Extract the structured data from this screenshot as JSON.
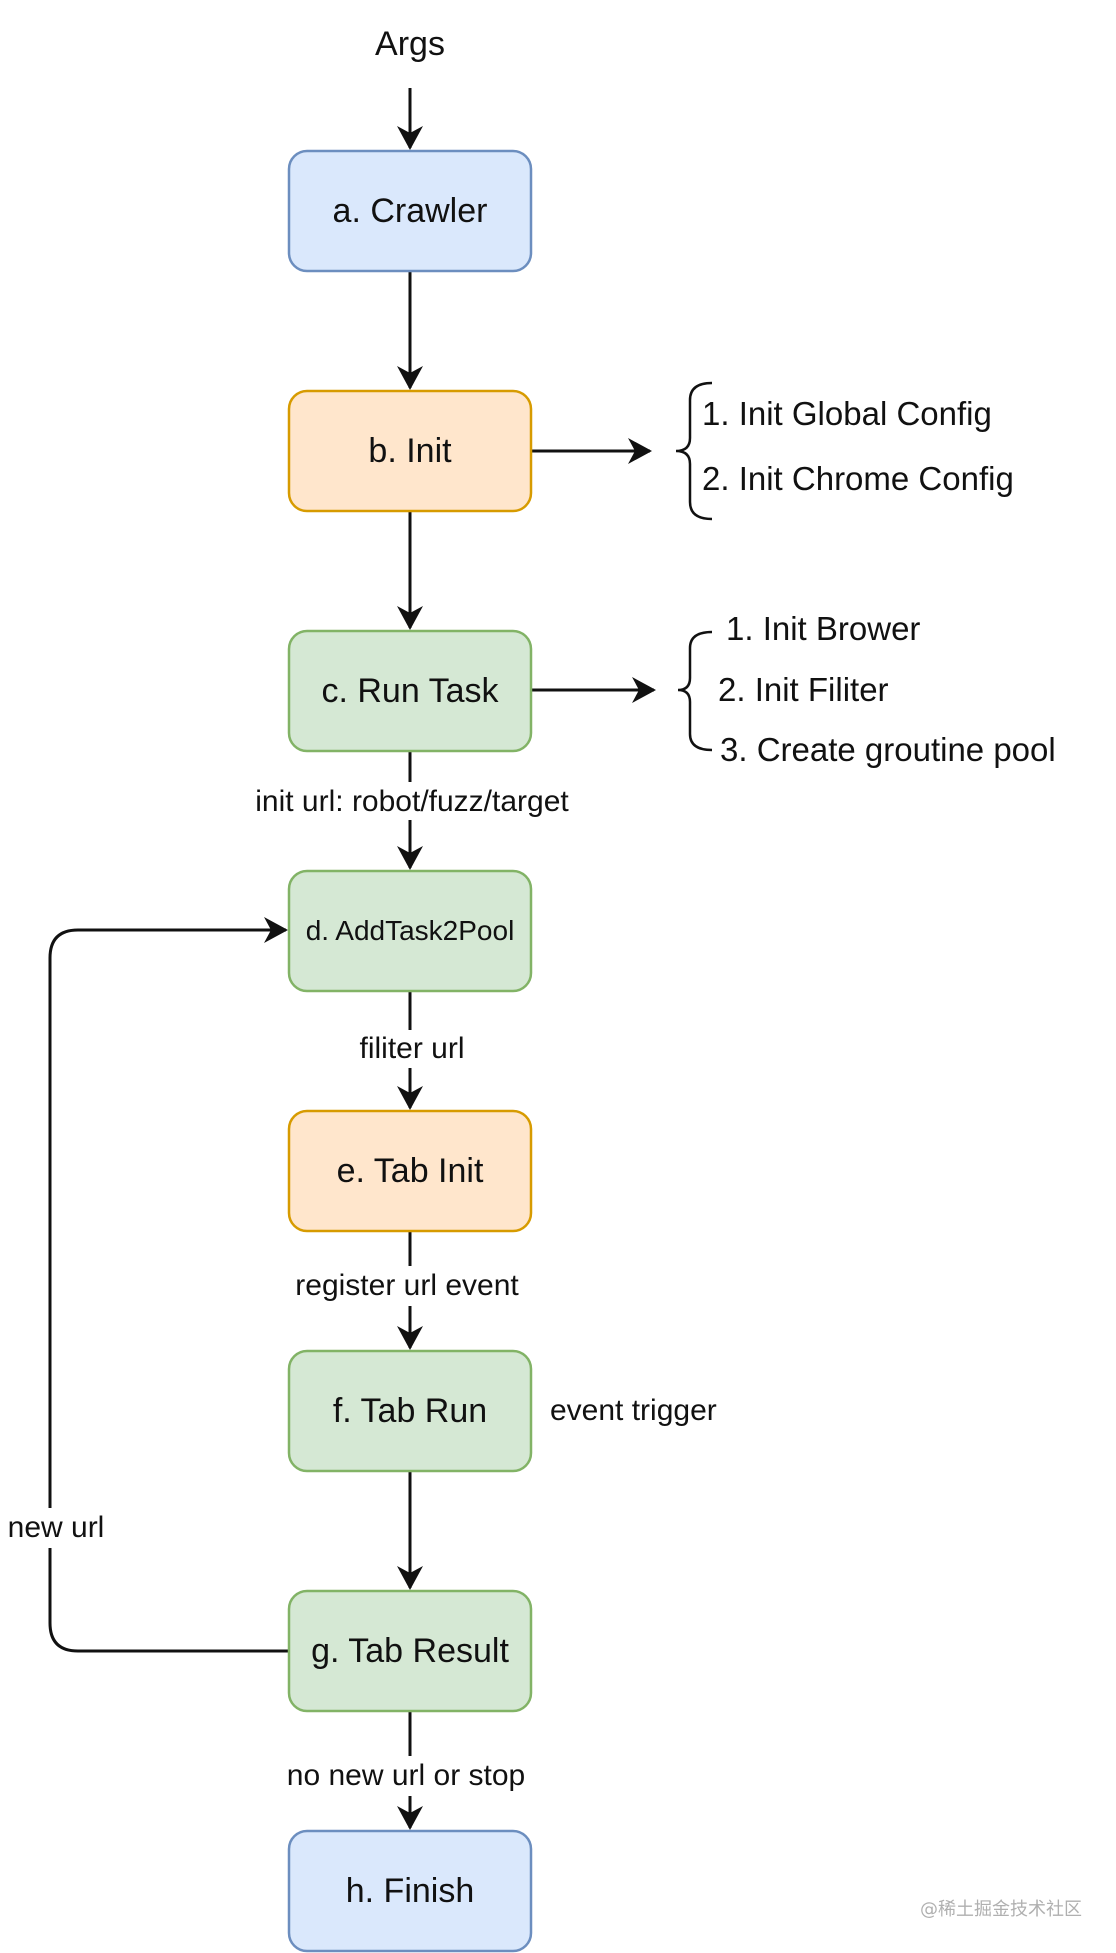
{
  "diagram": {
    "input_label": "Args",
    "nodes": {
      "crawler": {
        "label": "a. Crawler",
        "fill": "#dae8fc",
        "stroke": "#6c8ebf"
      },
      "init": {
        "label": "b. Init",
        "fill": "#ffe6cc",
        "stroke": "#d79b00"
      },
      "run_task": {
        "label": "c. Run Task",
        "fill": "#d5e8d4",
        "stroke": "#82b366"
      },
      "add_task": {
        "label": "d. AddTask2Pool",
        "fill": "#d5e8d4",
        "stroke": "#82b366"
      },
      "tab_init": {
        "label": "e. Tab Init",
        "fill": "#ffe6cc",
        "stroke": "#d79b00"
      },
      "tab_run": {
        "label": "f. Tab Run",
        "fill": "#d5e8d4",
        "stroke": "#82b366"
      },
      "tab_result": {
        "label": "g. Tab Result",
        "fill": "#d5e8d4",
        "stroke": "#82b366"
      },
      "finish": {
        "label": "h. Finish",
        "fill": "#dae8fc",
        "stroke": "#6c8ebf"
      }
    },
    "edge_labels": {
      "init_url": "init url: robot/fuzz/target",
      "filiter_url": "filiter url",
      "register_url_event": "register url event",
      "event_trigger": "event trigger",
      "new_url": "new url",
      "no_new_url": "no new url or stop"
    },
    "init_details": [
      "1. Init Global Config",
      "2. Init Chrome Config"
    ],
    "run_task_details": [
      "1. Init Brower",
      "2. Init Filiter",
      "3. Create groutine pool"
    ]
  },
  "watermark": "@稀土掘金技术社区"
}
